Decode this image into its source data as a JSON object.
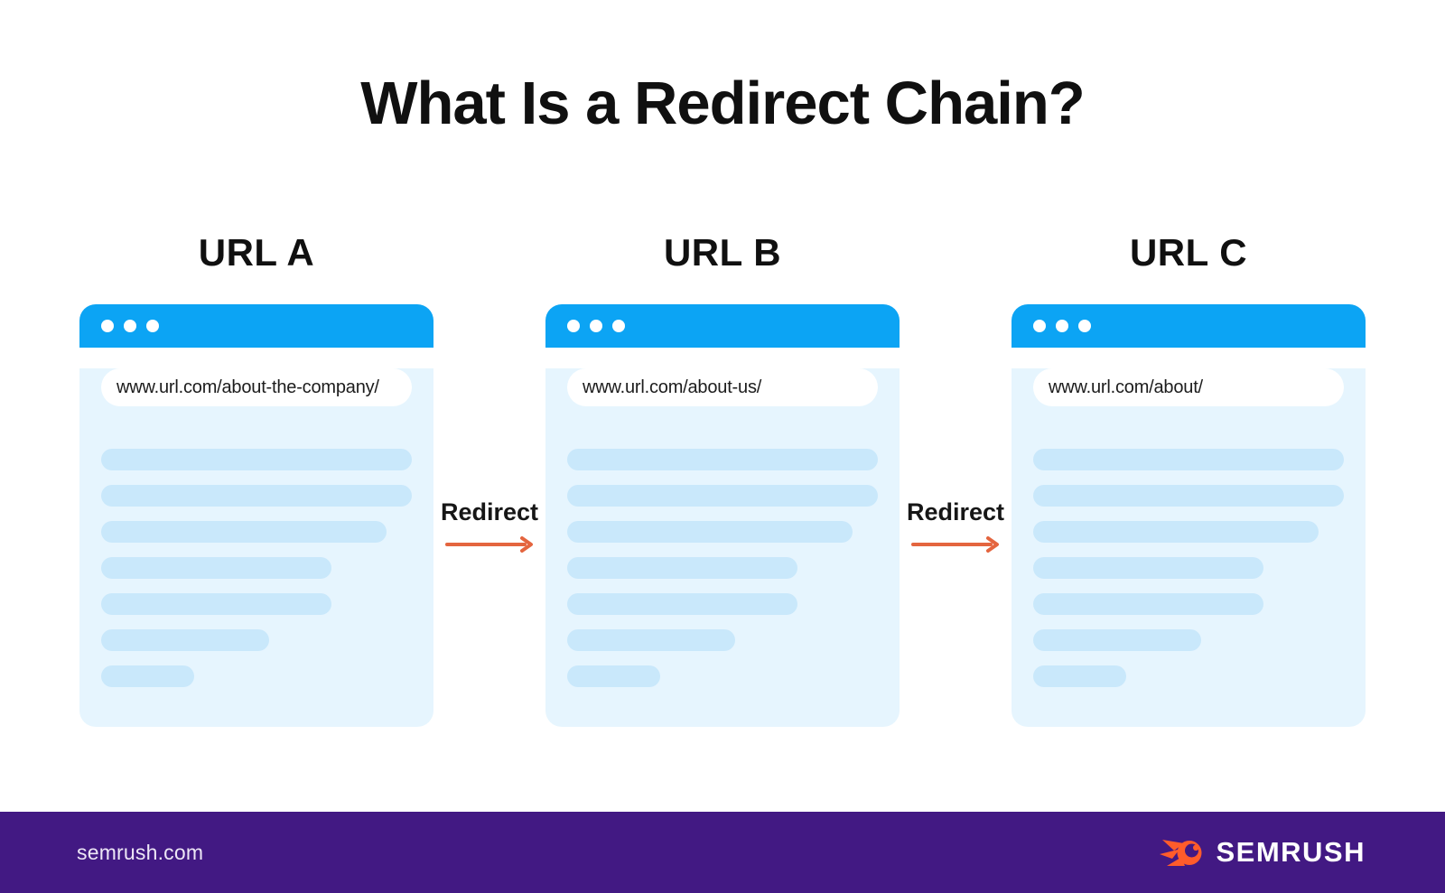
{
  "title": "What Is a Redirect Chain?",
  "redirect_label": "Redirect",
  "windows": [
    {
      "label": "URL A",
      "url": "www.url.com/about-the-company/"
    },
    {
      "label": "URL B",
      "url": "www.url.com/about-us/"
    },
    {
      "label": "URL C",
      "url": "www.url.com/about/"
    }
  ],
  "skeleton_line_widths_pct": [
    100,
    100,
    92,
    74,
    74,
    54,
    30
  ],
  "footer": {
    "site_label": "semrush.com",
    "brand_name": "SEMRUSH"
  },
  "icons": {
    "window_dots": "traffic-dots-icon",
    "redirect_arrow": "right-arrow-icon",
    "brand_mark": "semrush-comet-icon"
  },
  "colors": {
    "header_blue": "#0CA4F4",
    "body_blue": "#E6F5FE",
    "skeleton_blue": "#C9E8FB",
    "arrow_orange": "#E4653F",
    "footer_purple": "#421983",
    "logo_orange": "#FF5C2B",
    "title_black": "#101010"
  }
}
